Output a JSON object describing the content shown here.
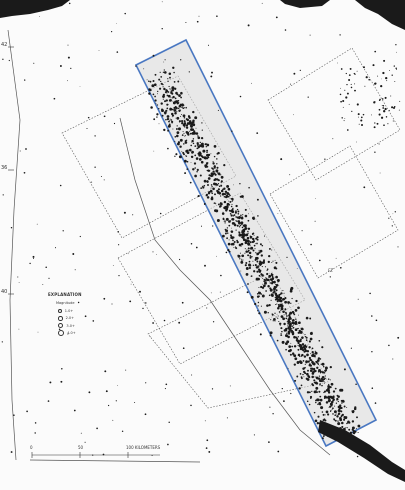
{
  "map": {
    "study_region_color": "#4a78c2",
    "study_region_fill": "#d8d8d8",
    "point_color": "#1a1a1a",
    "coastline_color": "#555555",
    "grid_color": "#555555"
  },
  "axis_ticks": {
    "left_top": "42",
    "left_mid": "36",
    "left_bottom": "40"
  },
  "legend": {
    "title": "EXPLANATION",
    "subtitle": "Magnitude",
    "items": [
      {
        "label": "1.0+",
        "size": 1
      },
      {
        "label": "2.0+",
        "size": 2
      },
      {
        "label": "3.0+",
        "size": 3
      },
      {
        "label": "4.0+",
        "size": 4
      }
    ]
  },
  "scale_bar": {
    "zero": "0",
    "mid": "50",
    "end": "100 KILOMETERS"
  },
  "annotations": {
    "right_label": "FZ"
  }
}
